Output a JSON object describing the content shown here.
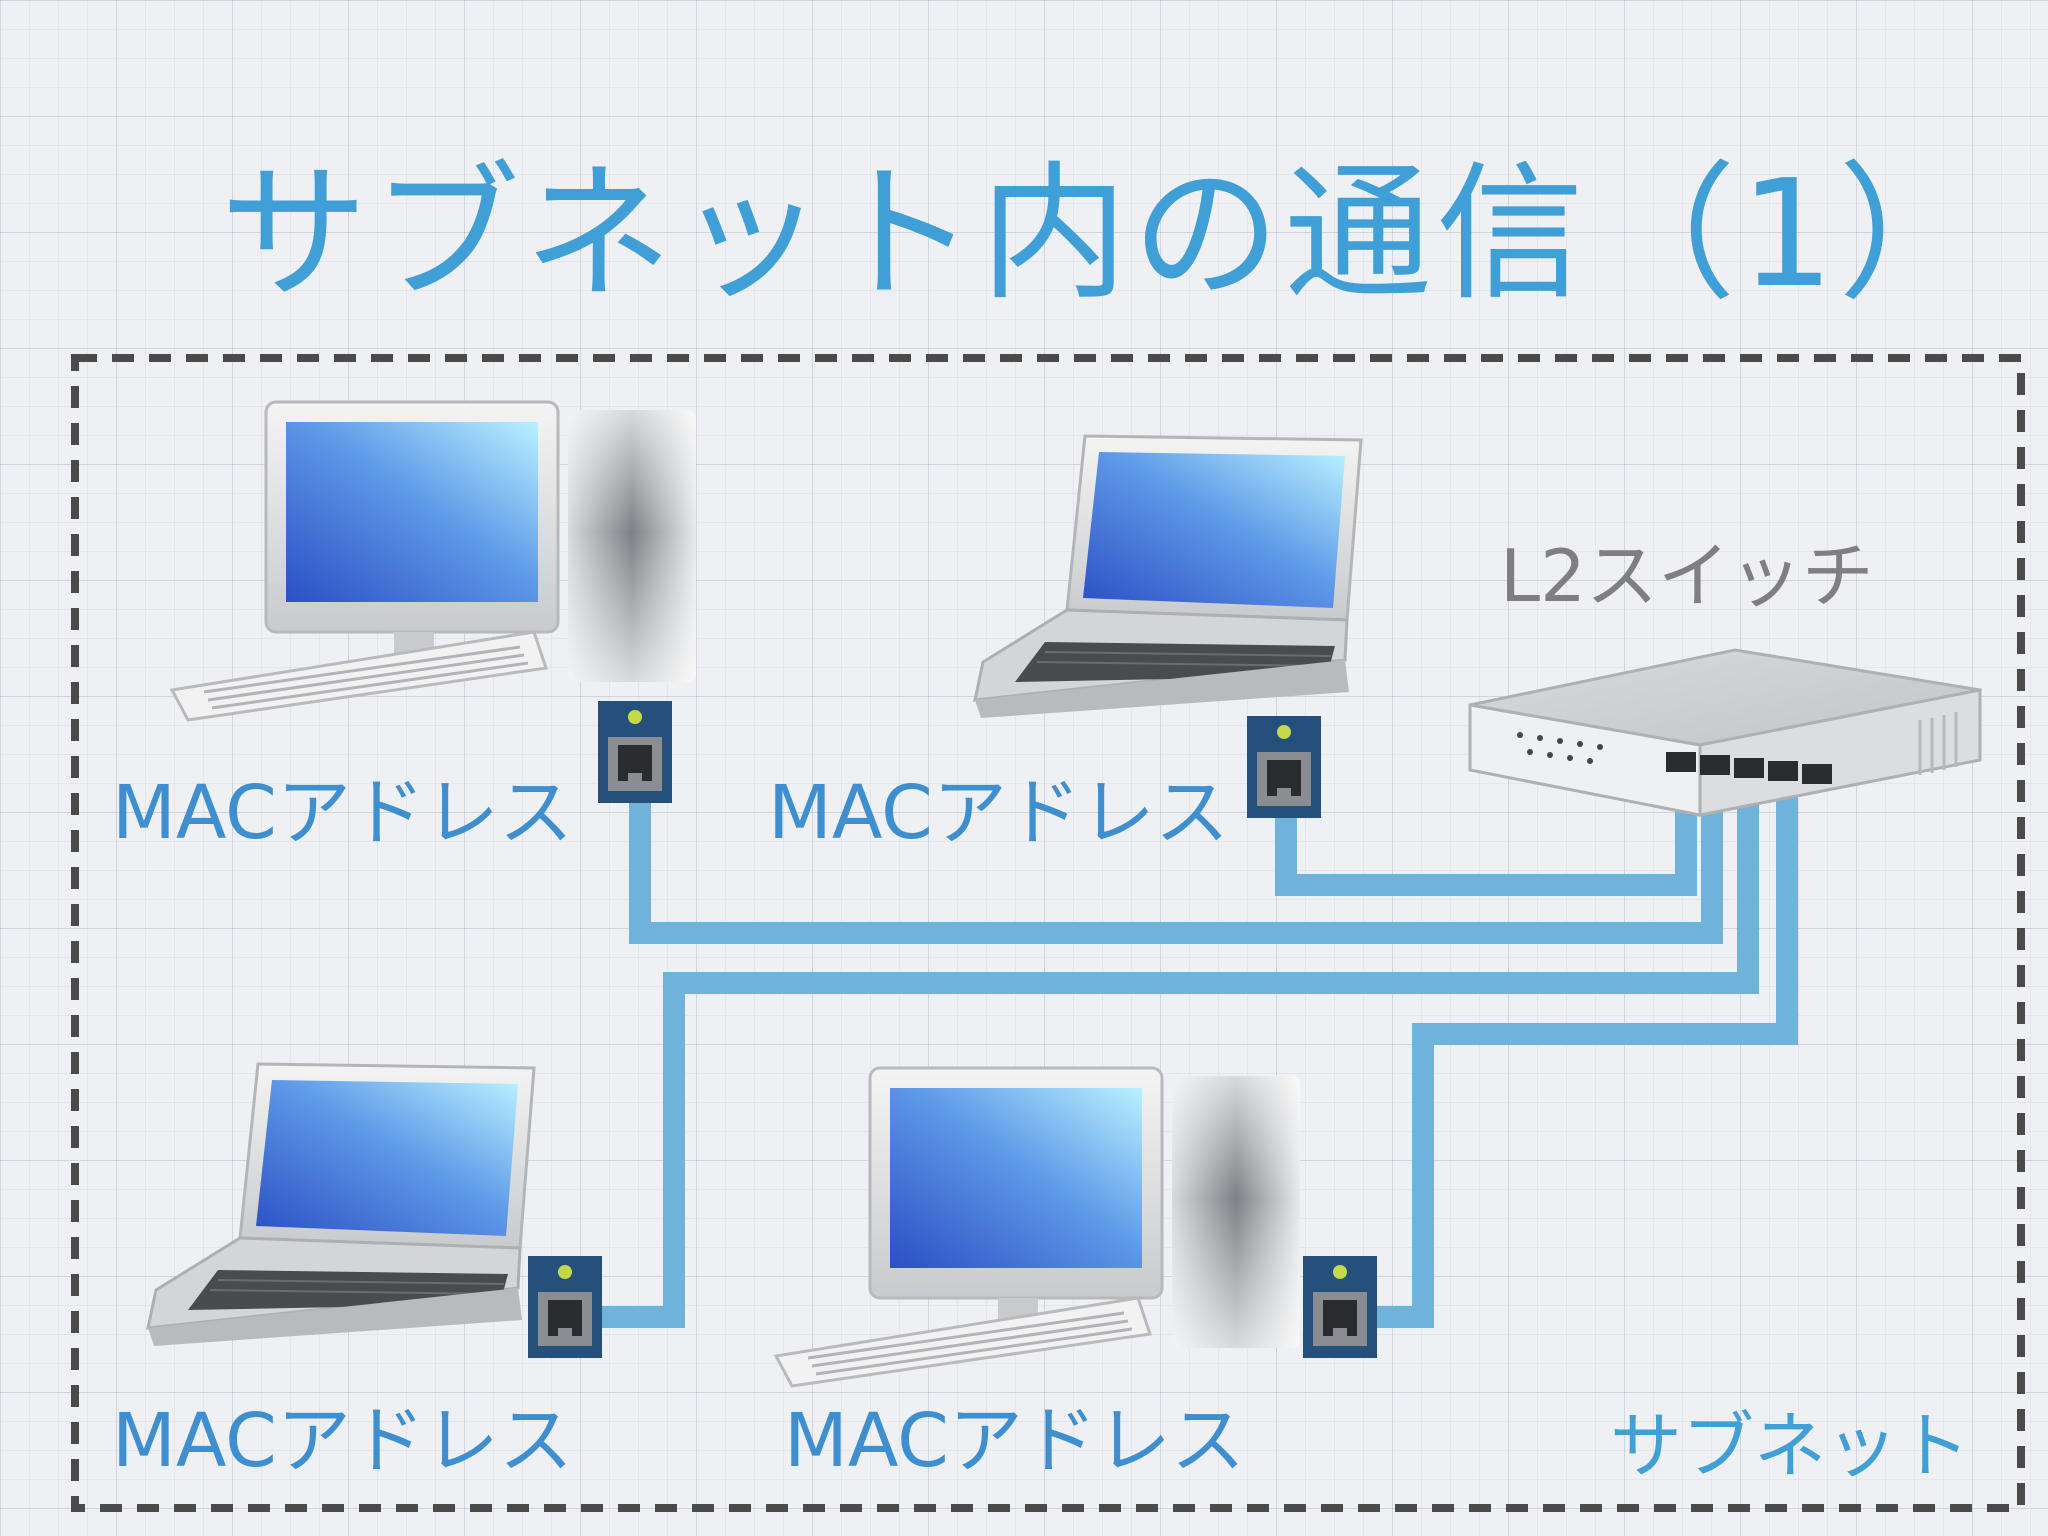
{
  "title": "サブネット内の通信（1）",
  "switch_label": "L2スイッチ",
  "subnet_label": "サブネット",
  "mac_labels": [
    "MACアドレス",
    "MACアドレス",
    "MACアドレス",
    "MACアドレス"
  ],
  "colors": {
    "title": "#3f9fd6",
    "cable": "#6fb2da",
    "nic": "#25507c",
    "boundary": "#4a4a4a"
  },
  "icons": [
    "desktop-pc-icon",
    "laptop-icon",
    "network-switch-icon",
    "lan-port-icon"
  ]
}
